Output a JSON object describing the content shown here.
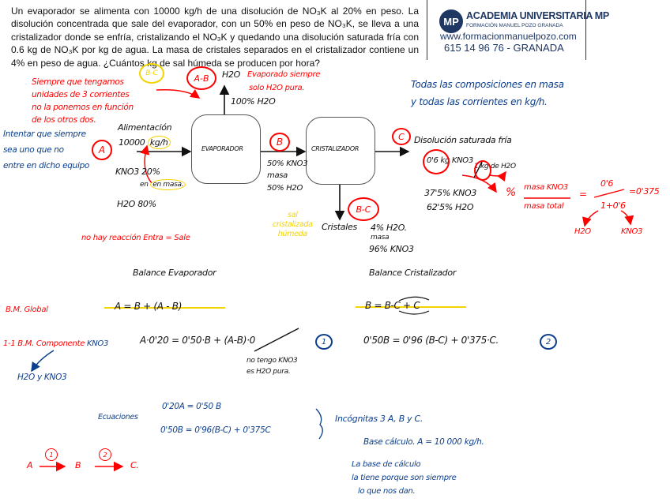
{
  "problem": {
    "text": "Un evaporador se alimenta con 10000 kg/h de una disolución de NO₃K al 20% en peso. La disolución concentrada que sale del evaporador, con un 50% en peso de NO₃K, se lleva a una cristalizador donde se enfría, cristalizando el NO₃K y quedando una disolución saturada fría con 0.6 kg de NO₃K por kg de agua. La masa de cristales separados en el cristalizador contiene un 4% en peso de agua. ¿Cuántos kg de sal húmeda se producen por hora?"
  },
  "logo": {
    "mark": "MP",
    "name": "ACADEMIA UNIVERSITARIA MP",
    "tagline": "FORMACIÓN MANUEL POZO GRANADA",
    "url": "www.formacionmanuelpozo.com",
    "phone": "615 14 96 76   - GRANADA",
    "color": "#1f3763"
  },
  "diagram": {
    "evaporator": "EVAPORADOR",
    "crystallizer": "CRISTALIZADOR",
    "stream_a": "A",
    "stream_b": "B",
    "stream_c": "C",
    "stream_ab": "A-B",
    "stream_bc": "B-C",
    "stream_bc_yellow": "B-C",
    "feed_title": "Alimentación",
    "feed_rate_num": "10000",
    "feed_rate_unit": "kg/h",
    "feed_kno3": "KNO3 20%",
    "feed_basis": "en masa.",
    "feed_h2o": "H2O 80%",
    "vapor_h2o": "H2O",
    "vapor_pct": "100% H2O",
    "b_kno3": "50% KNO3",
    "b_basis": "masa",
    "b_h2o": "50% H2O",
    "c_title": "Disolución saturada fría",
    "c_ratio_a": "0'6 kg KNO3",
    "c_ratio_b": "1 kg de H2O",
    "c_kno3": "37'5% KNO3",
    "c_h2o": "62'5% H2O",
    "crystals": "Cristales",
    "crystals_h2o": "4% H2O.",
    "crystals_basis": "masa",
    "crystals_kno3": "96% KNO3"
  },
  "notes": {
    "red_three_streams": [
      "Siempre que tengamos",
      "unidades de 3 corrientes",
      "no la ponemos en función",
      "de los otros dos."
    ],
    "blue_try": [
      "Intentar que siempre",
      "sea uno que no",
      "entre en dicho equipo"
    ],
    "red_evaporated": [
      "Evaporado siempre",
      "solo H2O pura."
    ],
    "blue_units": [
      "Todas las composiciones en masa",
      "y todas las corrientes en kg/h."
    ],
    "yellow_salt": [
      "sal",
      "cristalizada",
      "húmeda"
    ],
    "red_no_reaction": "no hay reacción    Entra = Sale",
    "frac_pct": "%",
    "frac_num": "masa KNO3",
    "frac_den": "masa total",
    "frac_eq": "=",
    "frac_num2": "0'6",
    "frac_den2": "1+0'6",
    "frac_result": "=0'375",
    "frac_h2o": "H2O",
    "frac_kno3": "KNO3"
  },
  "balances": {
    "evap_title": "Balance Evaporador",
    "cryst_title": "Balance Cristalizador",
    "global_label": "B.M. Global",
    "evap_global": "A  =  B  +  (A - B)",
    "cryst_global": "B  =  B-C  +  C",
    "component_label": "1-1 B.M. Componente",
    "component_species": "KNO3",
    "component_note": "H2O y KNO3",
    "evap_kno3": "A·0'20  =  0'50·B  +  (A-B)·0",
    "eq1": "1",
    "evap_note": [
      "no tengo KNO3",
      "es H2O pura."
    ],
    "cryst_kno3": "0'50B  =  0'96 (B-C) + 0'375·C.",
    "eq2": "2"
  },
  "summary": {
    "label": "Ecuaciones",
    "eq_a": "0'20A  = 0'50 B",
    "eq_b": "0'50B = 0'96(B-C) + 0'375C",
    "unknowns": "Incógnitas  3   A, B y C.",
    "basis": "Base cálculo.    A = 10 000 kg/h.",
    "basis_note": [
      "La base de cálculo",
      "la tiene porque son siempre",
      "lo que nos dan."
    ],
    "chain": [
      "A",
      "1",
      "B",
      "2",
      "C."
    ]
  },
  "colors": {
    "red": "#ff0000",
    "blue": "#0b3e8c",
    "yellow": "#f5d300",
    "ink": "#111111"
  }
}
